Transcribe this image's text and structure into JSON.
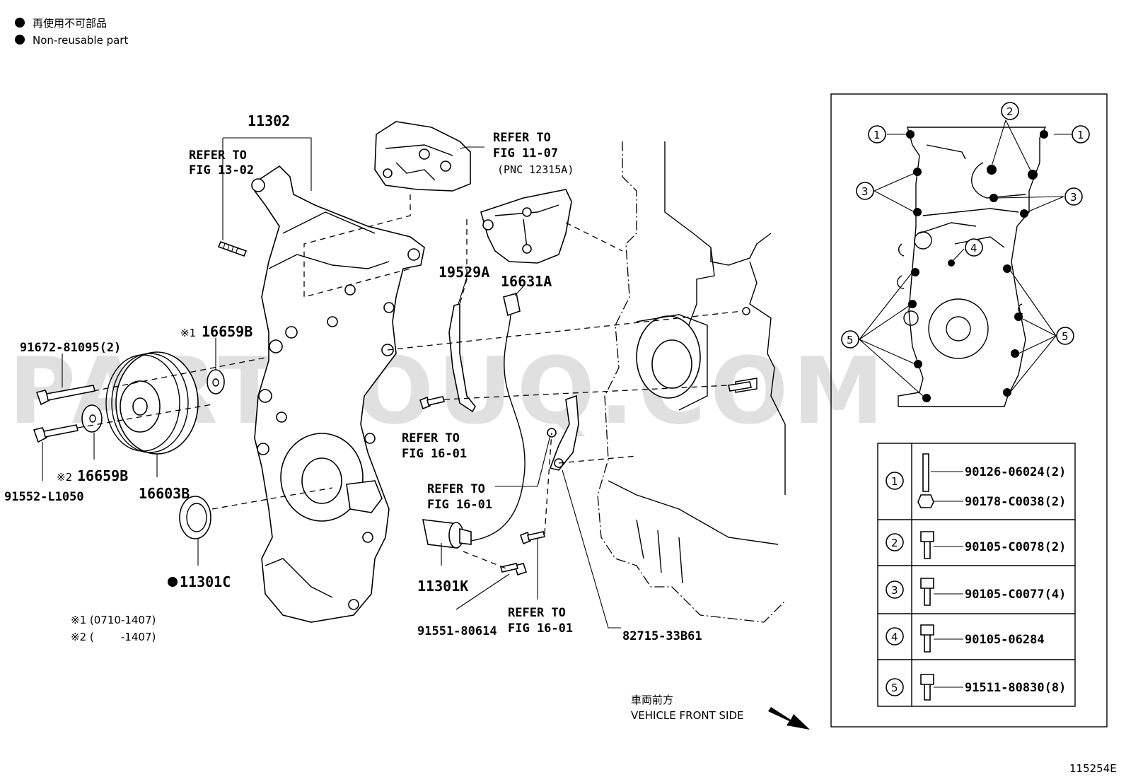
{
  "legend": {
    "jp": "再使用不可部品",
    "en": "Non-reusable part"
  },
  "watermark": "PARTSOUQ.COM",
  "labels": {
    "p11302": "11302",
    "ref1302_a": "REFER TO",
    "ref1302_b": "FIG 13-02",
    "ref1107_a": "REFER TO",
    "ref1107_b": "FIG 11-07",
    "ref1107_c": "(PNC 12315A)",
    "p19529A": "19529A",
    "p16631A": "16631A",
    "p16659B_1": "16659B",
    "note_mark1": "※1",
    "p91672": "91672-81095(2)",
    "p16659B_2": "16659B",
    "note_mark2": "※2",
    "p91552": "91552-L1050",
    "p16603B": "16603B",
    "p11301C": "11301C",
    "ref1601_a1": "REFER TO",
    "ref1601_b1": "FIG 16-01",
    "ref1601_a2": "REFER TO",
    "ref1601_b2": "FIG 16-01",
    "ref1601_a3": "REFER TO",
    "ref1601_b3": "FIG 16-01",
    "p11301K": "11301K",
    "p91551": "91551-80614",
    "p82715": "82715-33B61",
    "note1": "※1 (0710-1407)",
    "note2": "※2 (        -1407)",
    "front_jp": "車両前方",
    "front_en": "VEHICLE FRONT SIDE",
    "figure_id": "115254E"
  },
  "inset": {
    "callouts": [
      "1",
      "2",
      "3",
      "4",
      "5"
    ],
    "table": [
      {
        "key": "1",
        "parts": [
          "90126-06024(2)",
          "90178-C0038(2)"
        ]
      },
      {
        "key": "2",
        "parts": [
          "90105-C0078(2)"
        ]
      },
      {
        "key": "3",
        "parts": [
          "90105-C0077(4)"
        ]
      },
      {
        "key": "4",
        "parts": [
          "90105-06284"
        ]
      },
      {
        "key": "5",
        "parts": [
          "91511-80830(8)"
        ]
      }
    ]
  }
}
